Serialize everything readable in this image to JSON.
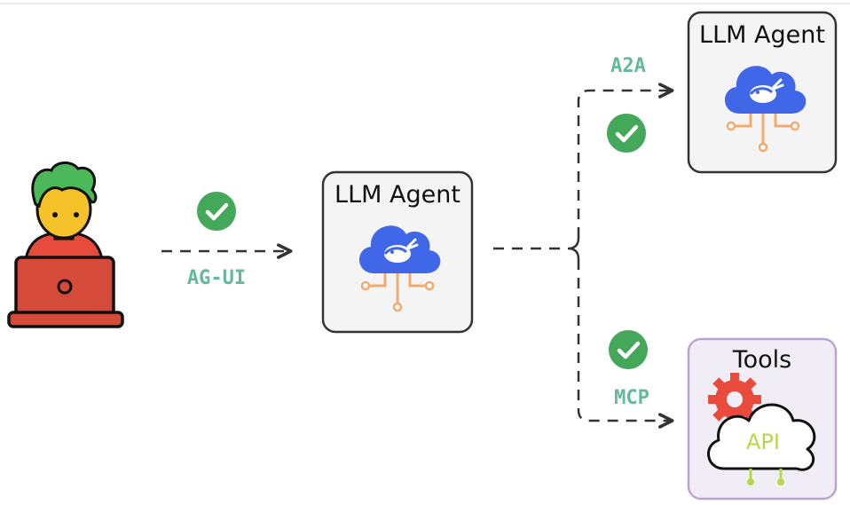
{
  "user": {
    "icon": "user-with-laptop-icon"
  },
  "connections": {
    "ag_ui": {
      "label": "AG-UI",
      "icon": "check-circle-icon"
    },
    "a2a": {
      "label": "A2A",
      "icon": "check-circle-icon"
    },
    "mcp": {
      "label": "MCP",
      "icon": "check-circle-icon"
    }
  },
  "nodes": {
    "main_agent": {
      "title": "LLM Agent",
      "icon": "cloud-ai-icon"
    },
    "remote_agent": {
      "title": "LLM Agent",
      "icon": "cloud-ai-icon"
    },
    "tools": {
      "title": "Tools",
      "icon": "cloud-api-gear-icon",
      "api_text": "API"
    }
  },
  "colors": {
    "check": "#43a85a",
    "label": "#66b89a",
    "cloud": "#3f67e8",
    "circuit": "#f2ab6e",
    "agent_box": "#f4f4f4",
    "tools_box": "#f1edf7",
    "tools_border": "#b9a5d3",
    "gear": "#e84b3c",
    "api_green": "#b6d94a"
  }
}
